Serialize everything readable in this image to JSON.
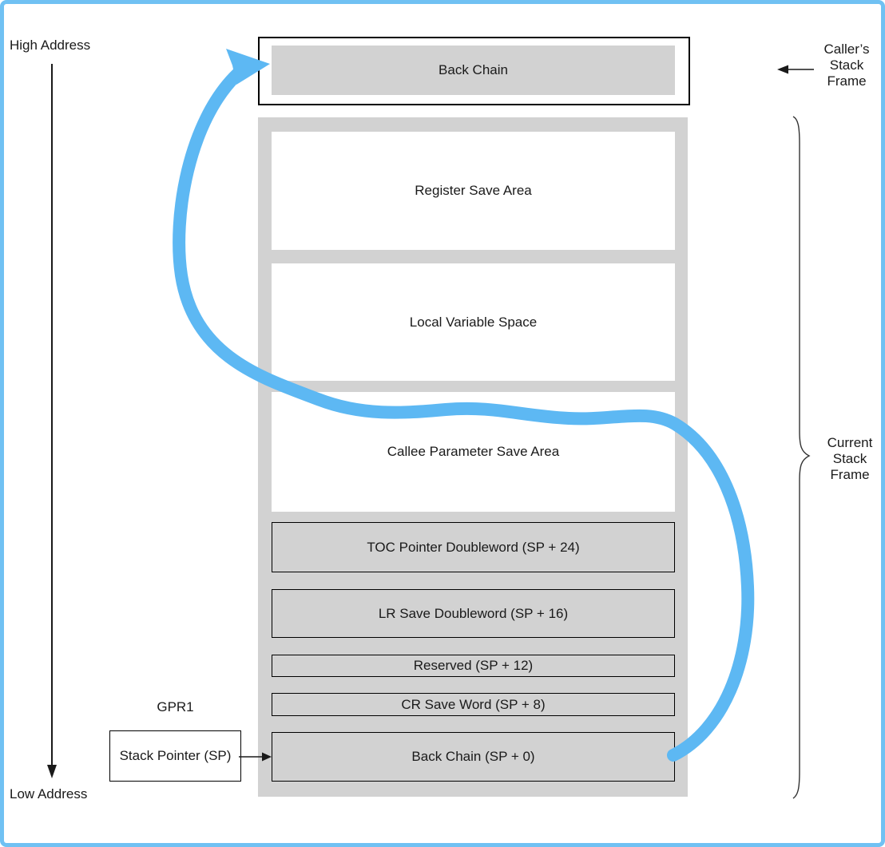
{
  "diagram": {
    "address_labels": {
      "high": "High Address",
      "low": "Low Address"
    },
    "caller_frame": {
      "box_label": "Back Chain",
      "side_label_lines": [
        "Caller’s",
        "Stack",
        "Frame"
      ]
    },
    "current_frame": {
      "side_label_lines": [
        "Current",
        "Stack",
        "Frame"
      ],
      "rows": [
        {
          "label": "Register Save Area",
          "style": "white"
        },
        {
          "label": "Local Variable Space",
          "style": "white"
        },
        {
          "label": "Callee Parameter Save Area",
          "style": "white"
        },
        {
          "label": "TOC Pointer Doubleword (SP + 24)",
          "style": "gray"
        },
        {
          "label": "LR Save Doubleword (SP + 16)",
          "style": "gray"
        },
        {
          "label": "Reserved (SP + 12)",
          "style": "gray"
        },
        {
          "label": "CR Save Word (SP + 8)",
          "style": "gray"
        },
        {
          "label": "Back Chain (SP + 0)",
          "style": "gray"
        }
      ]
    },
    "stack_pointer": {
      "register_label": "GPR1",
      "box_label": "Stack Pointer (SP)"
    },
    "colors": {
      "page_border": "#70c1f3",
      "frame_fill": "#d2d2d2",
      "arrow_blue": "#5db8f3",
      "line_black": "#1a1a1a"
    }
  }
}
